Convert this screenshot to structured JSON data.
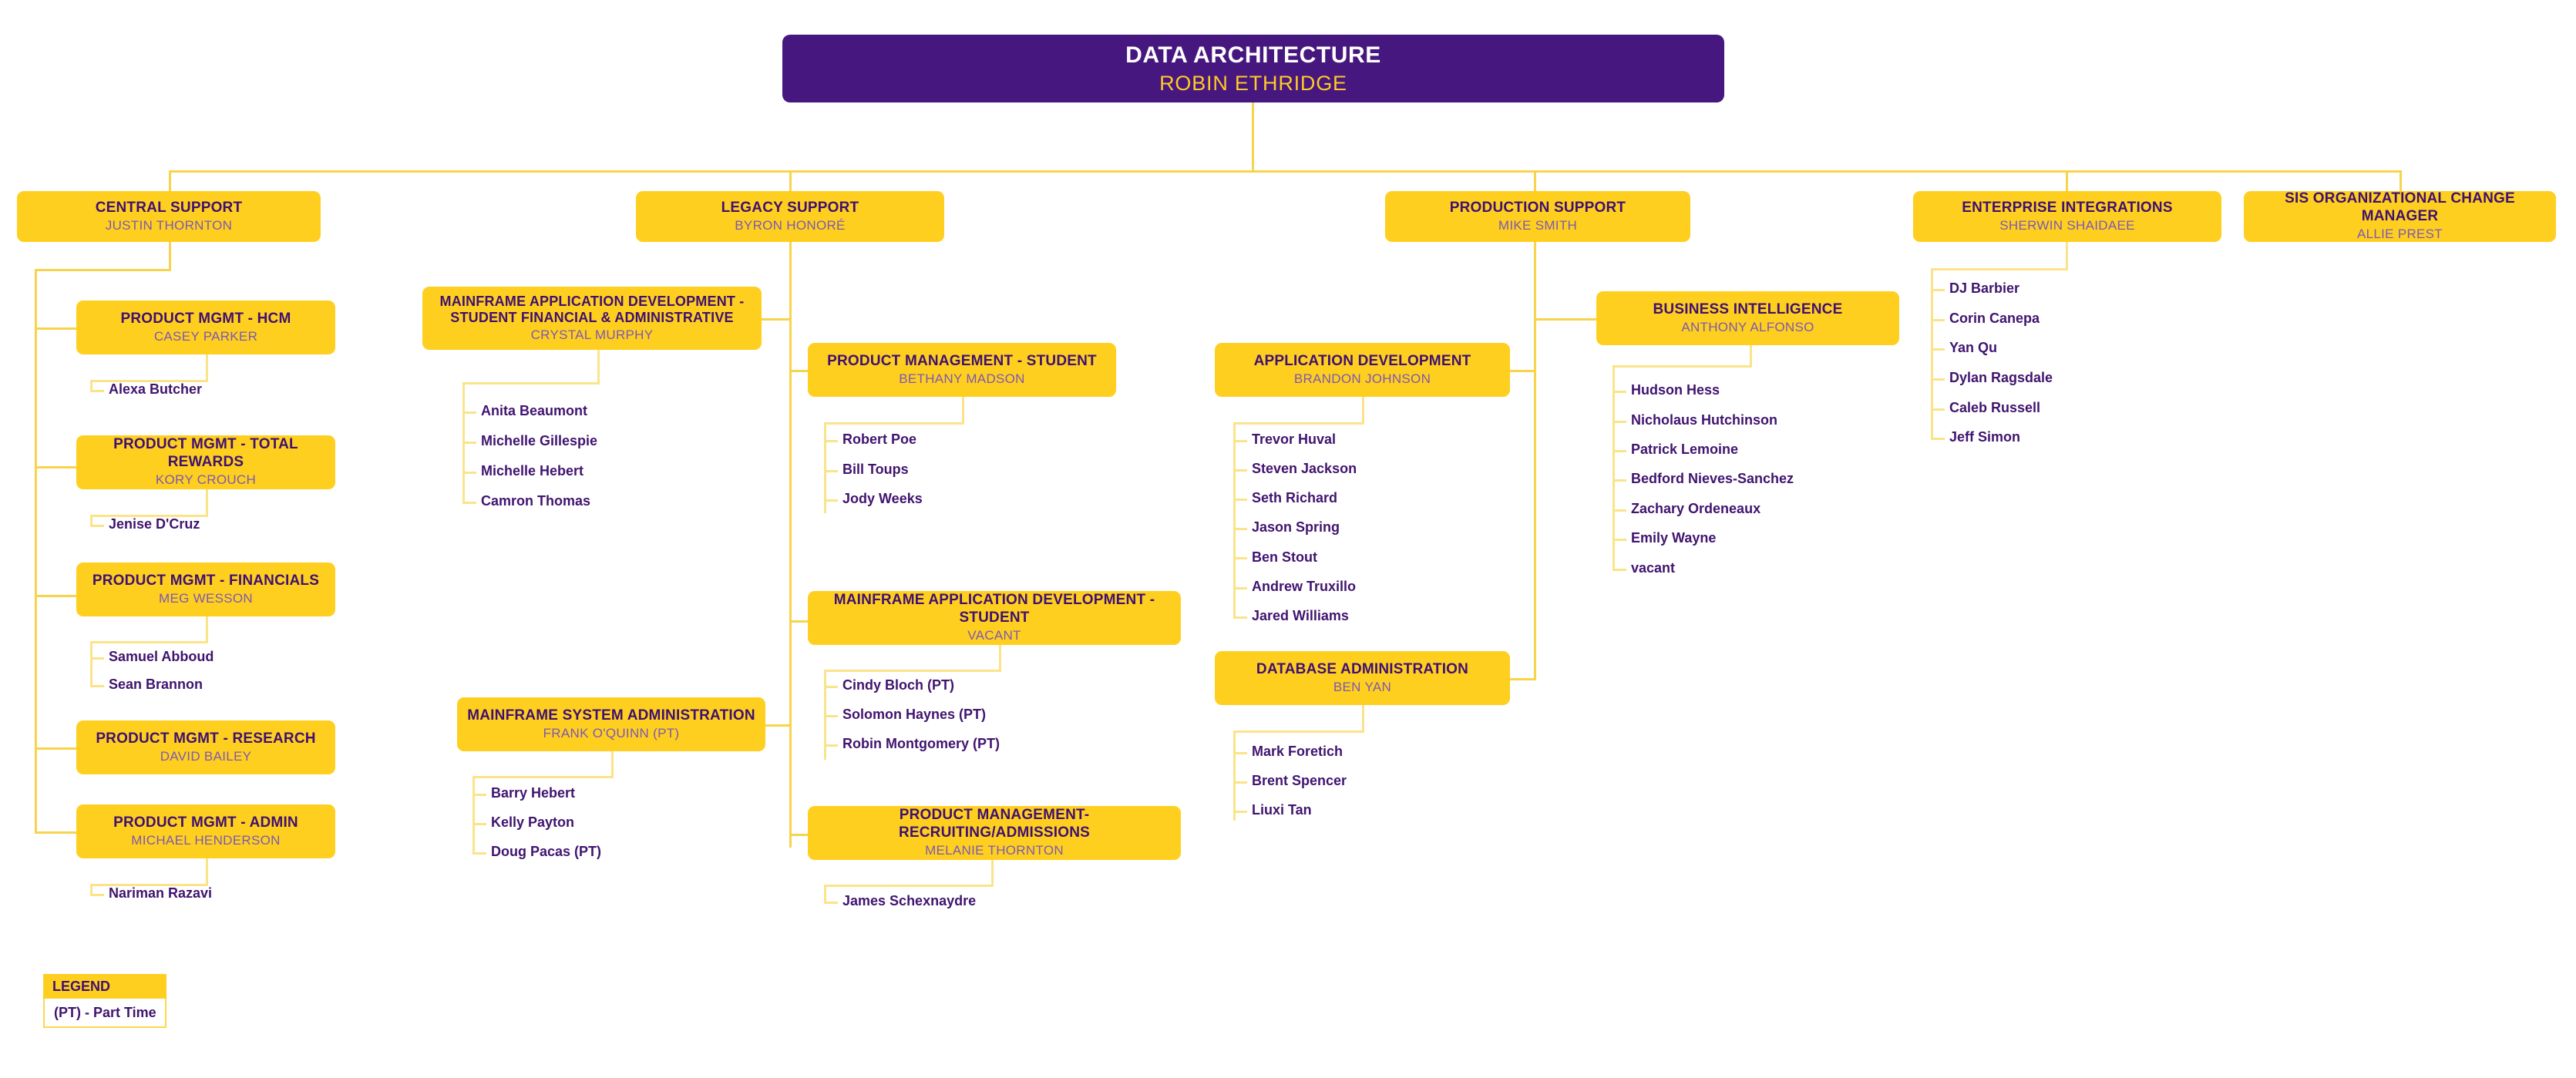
{
  "root": {
    "title": "DATA ARCHITECTURE",
    "person": "ROBIN ETHRIDGE"
  },
  "divisions": [
    {
      "id": "central-support",
      "title": "CENTRAL SUPPORT",
      "person": "JUSTIN THORNTON",
      "teams": [
        {
          "title": "PRODUCT MGMT - HCM",
          "person": "CASEY PARKER",
          "members": [
            "Alexa Butcher"
          ]
        },
        {
          "title": "PRODUCT MGMT - TOTAL REWARDS",
          "person": "KORY CROUCH",
          "members": [
            "Jenise D'Cruz"
          ]
        },
        {
          "title": "PRODUCT MGMT - FINANCIALS",
          "person": "MEG WESSON",
          "members": [
            "Samuel Abboud",
            "Sean Brannon"
          ]
        },
        {
          "title": "PRODUCT MGMT - RESEARCH",
          "person": "DAVID BAILEY",
          "members": []
        },
        {
          "title": "PRODUCT MGMT - ADMIN",
          "person": "MICHAEL HENDERSON",
          "members": [
            "Nariman Razavi"
          ]
        }
      ]
    },
    {
      "id": "legacy-support",
      "title": "LEGACY SUPPORT",
      "person": "BYRON HONORÉ",
      "teams": [
        {
          "title": "MAINFRAME APPLICATION DEVELOPMENT - STUDENT FINANCIAL & ADMINISTRATIVE",
          "person": "CRYSTAL MURPHY",
          "members": [
            "Anita Beaumont",
            "Michelle Gillespie",
            "Michelle Hebert",
            "Camron Thomas"
          ]
        },
        {
          "title": "PRODUCT MANAGEMENT - STUDENT",
          "person": "BETHANY MADSON",
          "members": [
            "Robert Poe",
            "Bill Toups",
            "Jody Weeks"
          ]
        },
        {
          "title": "MAINFRAME APPLICATION DEVELOPMENT - STUDENT",
          "person": "VACANT",
          "members": [
            "Cindy Bloch (PT)",
            "Solomon Haynes (PT)",
            "Robin Montgomery (PT)"
          ]
        },
        {
          "title": "MAINFRAME SYSTEM ADMINISTRATION",
          "person": "FRANK O'QUINN (PT)",
          "members": [
            "Barry Hebert",
            "Kelly Payton",
            "Doug Pacas (PT)"
          ]
        },
        {
          "title": "PRODUCT MANAGEMENT- RECRUITING/ADMISSIONS",
          "person": "MELANIE THORNTON",
          "members": [
            "James Schexnaydre"
          ]
        }
      ]
    },
    {
      "id": "production-support",
      "title": "PRODUCTION SUPPORT",
      "person": "MIKE SMITH",
      "teams": [
        {
          "title": "APPLICATION DEVELOPMENT",
          "person": "BRANDON JOHNSON",
          "members": [
            "Trevor Huval",
            "Steven Jackson",
            "Seth Richard",
            "Jason Spring",
            "Ben Stout",
            "Andrew Truxillo",
            "Jared Williams"
          ]
        },
        {
          "title": "DATABASE ADMINISTRATION",
          "person": "BEN YAN",
          "members": [
            "Mark Foretich",
            "Brent Spencer",
            "Liuxi Tan"
          ]
        },
        {
          "title": "BUSINESS INTELLIGENCE",
          "person": "ANTHONY ALFONSO",
          "members": [
            "Hudson Hess",
            "Nicholaus Hutchinson",
            "Patrick Lemoine",
            "Bedford Nieves-Sanchez",
            "Zachary Ordeneaux",
            "Emily Wayne",
            "vacant"
          ]
        }
      ]
    },
    {
      "id": "enterprise-integrations",
      "title": "ENTERPRISE INTEGRATIONS",
      "person": "SHERWIN SHAIDAEE",
      "teams": [],
      "members": [
        "DJ Barbier",
        "Corin Canepa",
        "Yan Qu",
        "Dylan Ragsdale",
        "Caleb Russell",
        "Jeff Simon"
      ]
    },
    {
      "id": "sis-org-change-manager",
      "title": "SIS ORGANIZATIONAL CHANGE MANAGER",
      "person": "ALLIE PREST",
      "teams": [],
      "members": []
    }
  ],
  "legend": {
    "heading": "LEGEND",
    "entry": "(PT) - Part Time"
  },
  "colors": {
    "box_fill": "#ffcf20",
    "root_fill": "#46177e",
    "title_text": "#3f1170",
    "person_text": "#7c59b0",
    "accent_line": "#f7d44c",
    "root_person_text": "#ffc928"
  }
}
